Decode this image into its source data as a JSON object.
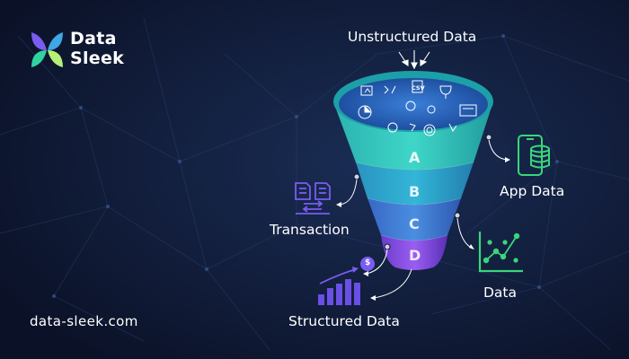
{
  "brand": {
    "line1": "Data",
    "line2": "Sleek"
  },
  "website": "data-sleek.com",
  "labels": {
    "top": "Unstructured Data",
    "app_data": "App Data",
    "transaction": "Transaction",
    "data": "Data",
    "structured": "Structured Data"
  },
  "funnel_tiers": [
    "A",
    "B",
    "C",
    "D"
  ],
  "funnel_icon_text": "CSV",
  "chart_icon_symbol": "$",
  "colors": {
    "background": "#0d1530",
    "tier_a": "#2fc6bd",
    "tier_b": "#2aa6c9",
    "tier_c": "#3f7fd6",
    "tier_d": "#8b4fe0",
    "icon_green": "#39d67a",
    "icon_purple": "#7a5cf0"
  },
  "icons": [
    "logo-mark",
    "smartphone-database-icon",
    "documents-exchange-icon",
    "scatter-line-chart-icon",
    "growth-bar-chart-icon",
    "funnel-content-icons"
  ]
}
